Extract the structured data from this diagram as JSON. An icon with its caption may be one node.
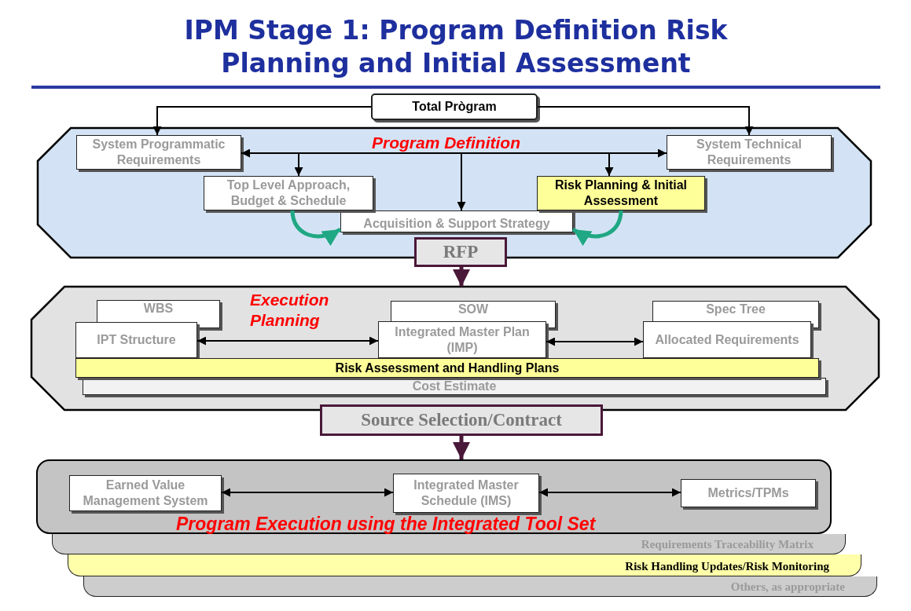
{
  "diagram": {
    "title": "IPM Stage 1: Program Definition Risk Planning and Initial Assessment",
    "nodes": [
      {
        "text": [
          "Total Prògram"
        ]
      },
      {
        "text": [
          "Program Definition"
        ]
      },
      {
        "text": [
          "System Programmatic Requirements"
        ],
        "in": 1
      },
      {
        "text": [
          "System Technical Requirements"
        ],
        "in": 1
      },
      {
        "text": [
          "Top Level Approach, Budget & Schedule"
        ],
        "in": 1
      },
      {
        "text": [
          "Acquisition & Support Strategy"
        ],
        "in": 1
      },
      {
        "text": [
          "Risk Planning & Initial Assessment"
        ],
        "in": 1
      },
      {
        "text": [
          "Execution Planning"
        ]
      },
      {
        "text": [
          "WBS"
        ],
        "in": 7
      },
      {
        "text": [
          "IPT Structure"
        ],
        "in": 7
      },
      {
        "text": [
          "SOW"
        ],
        "in": 7
      },
      {
        "text": [
          "Integrated Master Plan (IMP)"
        ],
        "in": 7
      },
      {
        "text": [
          "Spec Tree"
        ],
        "in": 7
      },
      {
        "text": [
          "Allocated Requirements"
        ],
        "in": 7
      },
      {
        "text": [
          "Risk Assessment and Handling Plans"
        ],
        "in": 7
      },
      {
        "text": [
          "Cost Estimate"
        ],
        "in": 7
      },
      {
        "text": [
          "Program Execution using the Integrated Tool Set"
        ]
      },
      {
        "text": [
          "Earned Value Management System"
        ],
        "in": 16
      },
      {
        "text": [
          "Integrated Master Schedule (IMS)"
        ],
        "in": 16
      },
      {
        "text": [
          "Metrics/TPMs"
        ],
        "in": 16
      },
      {
        "text": [
          "Requirements Traceability Matrix"
        ]
      },
      {
        "text": [
          "Risk Handling Updates/Risk Monitoring"
        ]
      },
      {
        "text": [
          "Others, as appropriate"
        ]
      }
    ],
    "edges": [
      {
        "from": 0,
        "to": 2,
        "arrow": "to"
      },
      {
        "from": 0,
        "to": 3,
        "arrow": "to"
      },
      {
        "from": 2,
        "to": 3,
        "arrow": "both"
      },
      {
        "from": null,
        "to": 4,
        "arrow": "to"
      },
      {
        "from": null,
        "to": 5,
        "arrow": "to"
      },
      {
        "from": null,
        "to": 6,
        "arrow": "to"
      },
      {
        "from": 4,
        "to": 5,
        "arrow": "to",
        "style": "thick",
        "color": "#1fa883"
      },
      {
        "from": 6,
        "to": 5,
        "arrow": "to",
        "style": "thick",
        "color": "#1fa883"
      },
      {
        "from": 1,
        "to": 7,
        "arrow": "to",
        "label": "RFP",
        "style": "thick",
        "color": "#4a1838"
      },
      {
        "from": 9,
        "to": 11,
        "arrow": "both"
      },
      {
        "from": 11,
        "to": 13,
        "arrow": "both"
      },
      {
        "from": 7,
        "to": 16,
        "arrow": "to",
        "label": "Source Selection/Contract",
        "style": "thick",
        "color": "#4a1838"
      },
      {
        "from": 17,
        "to": 18,
        "arrow": "both"
      },
      {
        "from": 18,
        "to": 19,
        "arrow": "both"
      }
    ]
  }
}
